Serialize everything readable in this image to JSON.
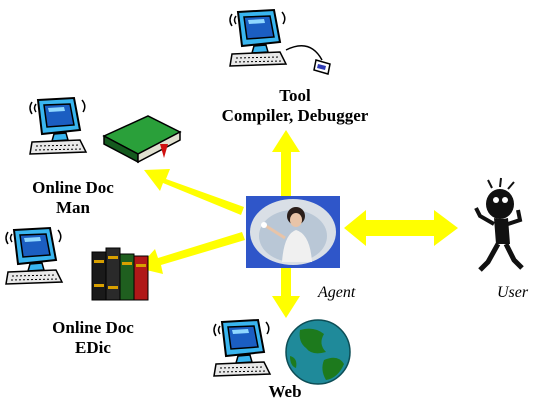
{
  "colors": {
    "arrow": "#ffff00",
    "agent_frame": "#2f56c9",
    "monitor": "#39b5ef",
    "book": "#1f7a2e",
    "globe_sea": "#1f8a9a",
    "globe_land": "#1d7a1d"
  },
  "icons": [
    "computer-icon",
    "mouse-icon",
    "book-icon",
    "books-icon",
    "globe-icon",
    "agent-photo",
    "user-figure-icon"
  ],
  "labels": {
    "tool_line1": "Tool",
    "tool_line2": "Compiler, Debugger",
    "online_doc_man_1": "Online Doc",
    "online_doc_man_2": "Man",
    "online_doc_edic_1": "Online Doc",
    "online_doc_edic_2": "EDic",
    "web": "Web",
    "agent": "Agent",
    "user": "User"
  }
}
